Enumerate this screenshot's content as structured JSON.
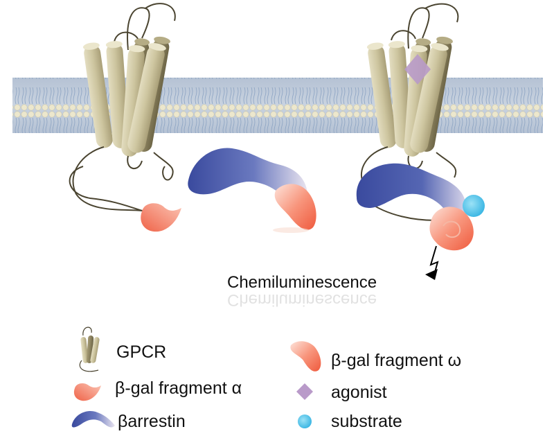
{
  "diagram": {
    "event_label": "Chemiluminescence",
    "legend": {
      "gpcr": "GPCR",
      "fragment_alpha": "β-gal fragment α",
      "barrestin": "βarrestin",
      "fragment_omega": "β-gal fragment ω",
      "agonist": "agonist",
      "substrate": "substrate"
    },
    "colors": {
      "membrane": "#b9c7d8",
      "lipid_head": "#e8e3c8",
      "helix_light": "#cfc8a3",
      "helix_dark": "#8f8664",
      "barrestin": "#3d4fa3",
      "fragment": "#f26a4f",
      "agonist": "#b99ac9",
      "substrate": "#5bc8ea",
      "loop": "#4a4430"
    }
  }
}
